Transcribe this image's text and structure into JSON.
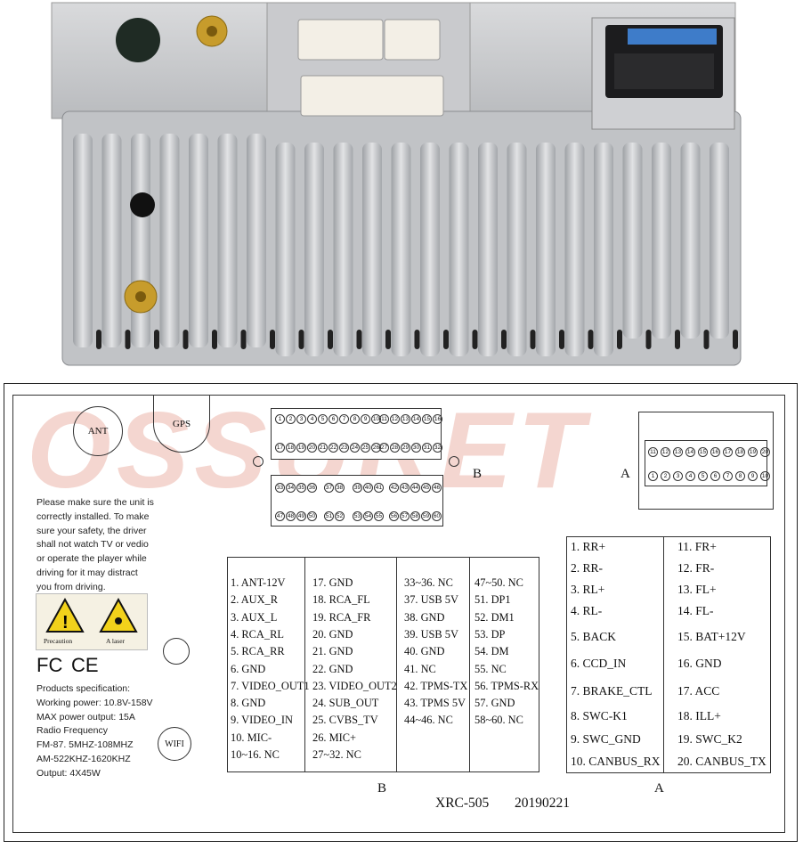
{
  "watermark": "OSSURET",
  "labels": {
    "ant": "ANT",
    "gps": "GPS",
    "wifi": "WIFI",
    "conn_b": "B",
    "conn_a": "A",
    "table_b": "B",
    "table_a": "A",
    "model": "XRC-505",
    "date": "20190221",
    "precaution": "Precaution",
    "laser": "A laser",
    "fc": "FC",
    "ce": "CE"
  },
  "warning_text": [
    "Please make sure the unit is",
    "correctly installed. To make",
    "sure your safety, the driver",
    "shall not watch TV or vedio",
    "or operate the player while",
    "driving for it may distract",
    "you from driving."
  ],
  "specs": [
    "Products specification:",
    "Working power: 10.8V-158V",
    "MAX power output: 15A",
    "Radio Frequency",
    "FM-87. 5MHZ-108MHZ",
    "AM-522KHZ-1620KHZ",
    "Output: 4X45W"
  ],
  "connector_b": {
    "row1a": [
      "1",
      "2",
      "3",
      "4",
      "5",
      "6",
      "7",
      "8",
      "9",
      "10"
    ],
    "row1b": [
      "11",
      "12",
      "13",
      "14",
      "15",
      "16"
    ],
    "row2a": [
      "17",
      "18",
      "19",
      "20",
      "21",
      "22",
      "23",
      "24",
      "25",
      "26"
    ],
    "row2b": [
      "27",
      "28",
      "29",
      "30",
      "31",
      "32"
    ],
    "row3a": [
      "33",
      "34",
      "35",
      "36"
    ],
    "row3b": [
      "37",
      "38"
    ],
    "row3c": [
      "39",
      "40",
      "41"
    ],
    "row3d": [
      "42",
      "43",
      "44",
      "45",
      "46"
    ],
    "row4a": [
      "47",
      "48",
      "49",
      "50"
    ],
    "row4b": [
      "51",
      "52"
    ],
    "row4c": [
      "53",
      "54",
      "55"
    ],
    "row4d": [
      "56",
      "57",
      "58",
      "59",
      "60"
    ]
  },
  "connector_a": {
    "top": [
      "11",
      "12",
      "13",
      "14",
      "15",
      "16",
      "17",
      "18",
      "19",
      "20"
    ],
    "bottom": [
      "1",
      "2",
      "3",
      "4",
      "5",
      "6",
      "7",
      "8",
      "9",
      "10"
    ]
  },
  "table_b": [
    [
      "1. ANT-12V",
      "17. GND",
      "33~36. NC",
      "47~50. NC"
    ],
    [
      "2. AUX_R",
      "18. RCA_FL",
      "37. USB 5V",
      "51. DP1"
    ],
    [
      "3. AUX_L",
      "19. RCA_FR",
      "38. GND",
      "52. DM1"
    ],
    [
      "4. RCA_RL",
      "20. GND",
      "39. USB 5V",
      "53. DP"
    ],
    [
      "5. RCA_RR",
      "21. GND",
      "40. GND",
      "54. DM"
    ],
    [
      "6. GND",
      "22. GND",
      "41. NC",
      "55. NC"
    ],
    [
      "7. VIDEO_OUT1",
      "23. VIDEO_OUT2",
      "42. TPMS-TX",
      "56. TPMS-RX"
    ],
    [
      "8. GND",
      "24. SUB_OUT",
      "43. TPMS 5V",
      "57. GND"
    ],
    [
      "9. VIDEO_IN",
      "25. CVBS_TV",
      "44~46. NC",
      "58~60. NC"
    ],
    [
      "10. MIC-",
      "26. MIC+",
      "",
      ""
    ],
    [
      "10~16. NC",
      "27~32. NC",
      "",
      ""
    ]
  ],
  "table_a": [
    [
      "1. RR+",
      "11. FR+"
    ],
    [
      "2. RR-",
      "12. FR-"
    ],
    [
      "3. RL+",
      "13. FL+"
    ],
    [
      "4. RL-",
      "14. FL-"
    ],
    [
      "5. BACK",
      "15. BAT+12V"
    ],
    [
      "6. CCD_IN",
      "16. GND"
    ],
    [
      "7. BRAKE_CTL",
      "17. ACC"
    ],
    [
      "8. SWC-K1",
      "18. ILL+"
    ],
    [
      "9. SWC_GND",
      "19. SWC_K2"
    ],
    [
      "10. CANBUS_RX",
      "20. CANBUS_TX"
    ]
  ]
}
